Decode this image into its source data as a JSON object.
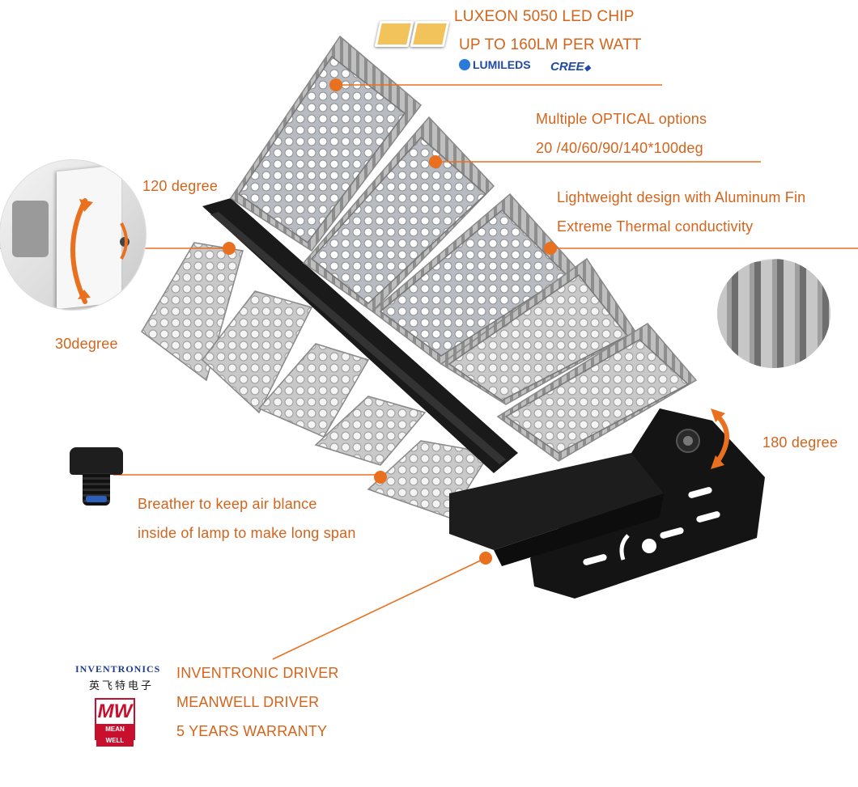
{
  "callouts": {
    "chip_line1": "LUXEON 5050 LED CHIP",
    "chip_line2": "UP TO 160LM PER WATT",
    "optical_line1": "Multiple OPTICAL options",
    "optical_line2": "20 /40/60/90/140*100deg",
    "design_line1": "Lightweight design with Aluminum Fin",
    "design_line2": "Extreme Thermal conductivity",
    "angle_120": "120 degree",
    "angle_30": "30degree",
    "angle_180": "180 degree",
    "breather_line1": "Breather to keep air blance",
    "breather_line2": "inside of lamp to make long span",
    "driver_line1": "INVENTRONIC DRIVER",
    "driver_line2": "MEANWELL DRIVER",
    "driver_line3": "5 YEARS WARRANTY"
  },
  "logos": {
    "lumileds": "LUMILEDS",
    "cree": "CREE",
    "inventronics": "INVENTRONICS",
    "inventronics_cn": "英飞特电子",
    "meanwell_mark": "MW",
    "meanwell": "MEAN WELL"
  },
  "colors": {
    "accent": "#e8701f",
    "text": "#d4641c",
    "housing": "#1a1a1a",
    "module": "#d6d6d6"
  }
}
